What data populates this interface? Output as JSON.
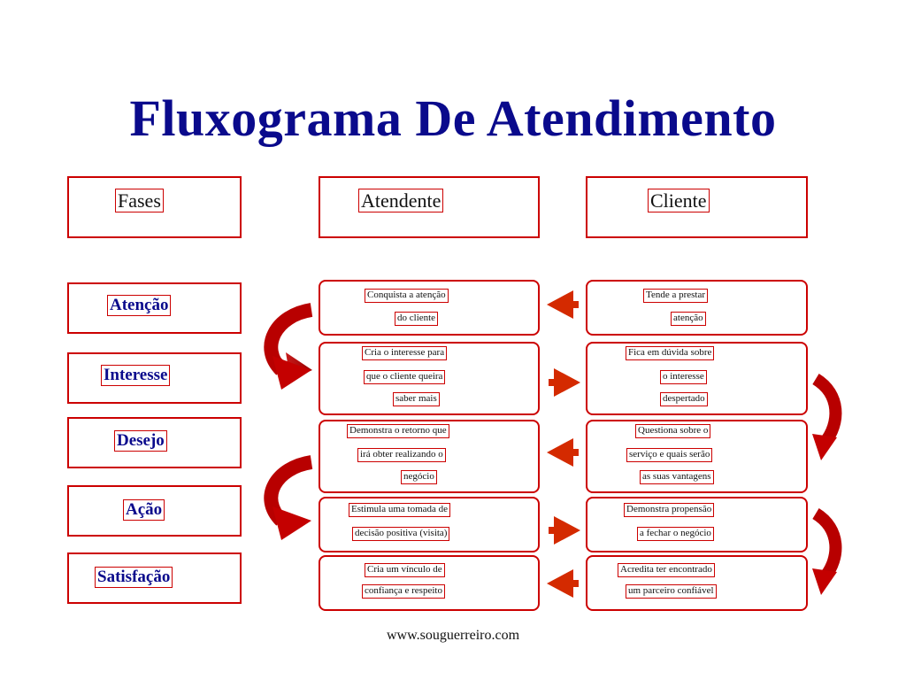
{
  "title": "Fluxograma De Atendimento",
  "columns": {
    "fases": "Fases",
    "atendente": "Atendente",
    "cliente": "Cliente"
  },
  "phases": [
    "Atenção",
    "Interesse",
    "Desejo",
    "Ação",
    "Satisfação"
  ],
  "rows": [
    {
      "atendente": [
        "Conquista a atenção",
        "do cliente"
      ],
      "cliente": [
        "Tende a prestar",
        "atenção"
      ],
      "direction": "left"
    },
    {
      "atendente": [
        "Cria o interesse para",
        "que o cliente queira",
        "saber mais"
      ],
      "cliente": [
        "Fica em dúvida sobre",
        "o interesse",
        "despertado"
      ],
      "direction": "right"
    },
    {
      "atendente": [
        "Demonstra o retorno que",
        "irá obter realizando o",
        "negócio"
      ],
      "cliente": [
        "Questiona sobre o",
        "serviço e quais serão",
        "as suas vantagens"
      ],
      "direction": "left"
    },
    {
      "atendente": [
        "Estimula uma tomada de",
        "decisão positiva (visita)"
      ],
      "cliente": [
        "Demonstra propensão",
        "a fechar o negócio"
      ],
      "direction": "right"
    },
    {
      "atendente": [
        "Cria um vínculo de",
        "confiança e respeito"
      ],
      "cliente": [
        "Acredita ter encontrado",
        "um parceiro confiável"
      ],
      "direction": "left"
    }
  ],
  "footer": "www.souguerreiro.com",
  "colors": {
    "title": "#0a0a8c",
    "border": "#cc0000",
    "arrow": "#d42a00",
    "curve": "#c40000"
  }
}
